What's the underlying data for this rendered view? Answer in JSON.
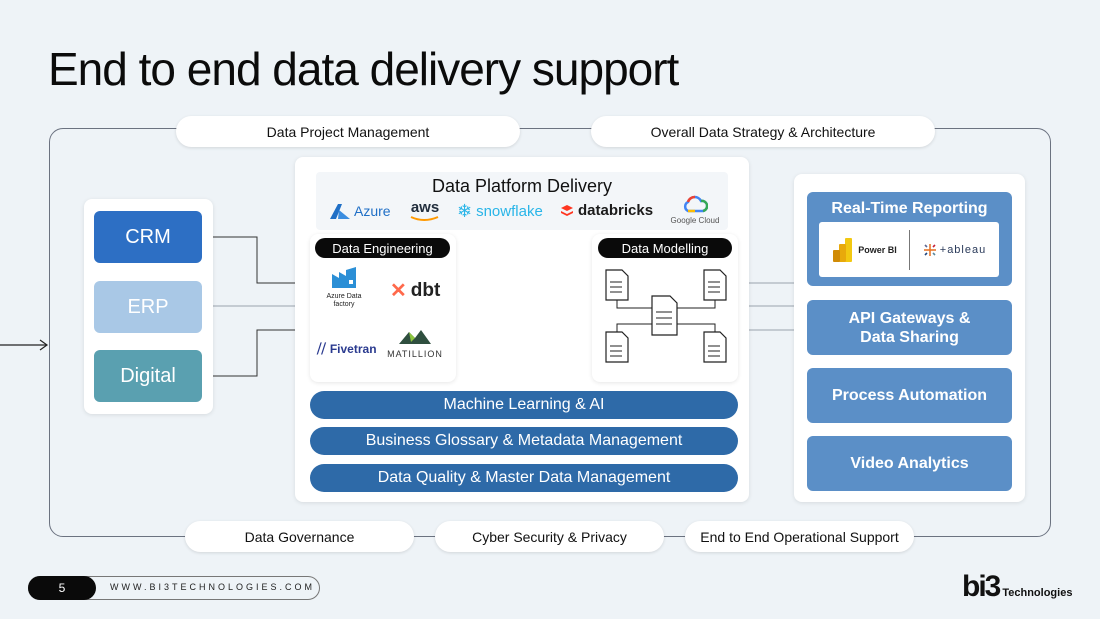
{
  "title": "End to end data delivery support",
  "top_pills": [
    "Data Project Management",
    "Overall Data Strategy & Architecture"
  ],
  "bottom_pills": [
    "Data Governance",
    "Cyber Security & Privacy",
    "End to End Operational Support"
  ],
  "sources": [
    {
      "label": "CRM",
      "color": "#2d6fc4"
    },
    {
      "label": "ERP",
      "color": "#a9c8e6"
    },
    {
      "label": "Digital",
      "color": "#5aa0b0"
    }
  ],
  "platform": {
    "title": "Data Platform Delivery",
    "clouds": [
      "Azure",
      "aws",
      "snowflake",
      "databricks",
      "Google Cloud"
    ],
    "engineering": {
      "tag": "Data Engineering",
      "tools": [
        "Azure Data factory",
        "dbt",
        "Fivetran",
        "MATILLION"
      ]
    },
    "modelling": {
      "tag": "Data Modelling"
    },
    "bands": [
      "Machine Learning & AI",
      "Business Glossary & Metadata Management",
      "Data Quality & Master Data Management"
    ]
  },
  "outputs": {
    "reporting": {
      "title": "Real-Time Reporting",
      "tools": [
        "Power BI",
        "+ableau"
      ]
    },
    "items": [
      "API Gateways & Data Sharing",
      "Process Automation",
      "Video Analytics"
    ]
  },
  "footer": {
    "page_number": "5",
    "url": "WWW.BI3TECHNOLOGIES.COM",
    "brand_mark": "bi3",
    "brand_name": "Technologies"
  }
}
